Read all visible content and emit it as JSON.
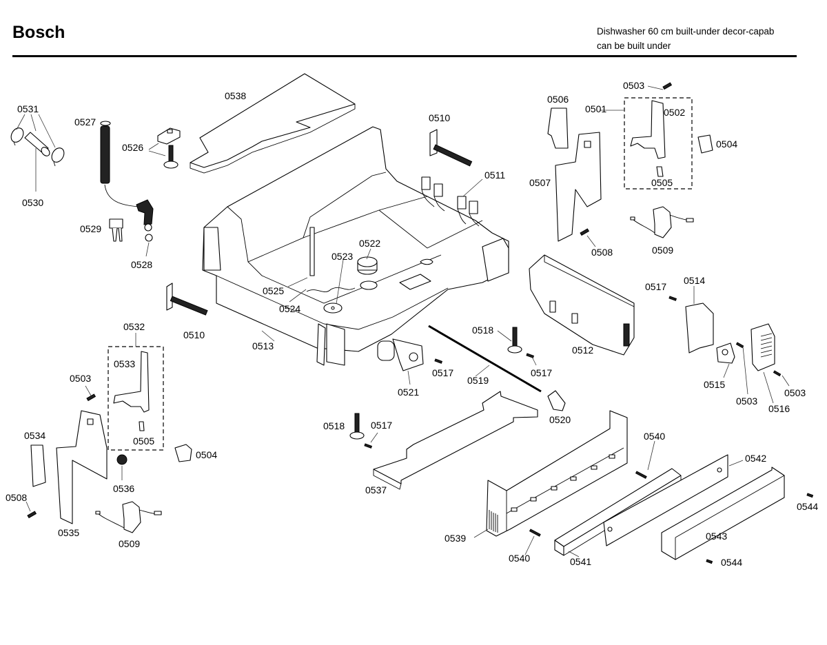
{
  "header": {
    "brand": "Bosch",
    "description_line1": "Dishwasher 60 cm built-under decor-capab",
    "description_line2": "can be built under"
  },
  "callouts": [
    {
      "id": "c0531",
      "label": "0531"
    },
    {
      "id": "c0530",
      "label": "0530"
    },
    {
      "id": "c0527",
      "label": "0527"
    },
    {
      "id": "c0526",
      "label": "0526"
    },
    {
      "id": "c0538",
      "label": "0538"
    },
    {
      "id": "c0529",
      "label": "0529"
    },
    {
      "id": "c0528",
      "label": "0528"
    },
    {
      "id": "c0510a",
      "label": "0510"
    },
    {
      "id": "c0511",
      "label": "0511"
    },
    {
      "id": "c0522",
      "label": "0522"
    },
    {
      "id": "c0523",
      "label": "0523"
    },
    {
      "id": "c0525",
      "label": "0525"
    },
    {
      "id": "c0524",
      "label": "0524"
    },
    {
      "id": "c0510b",
      "label": "0510"
    },
    {
      "id": "c0513",
      "label": "0513"
    },
    {
      "id": "c0506",
      "label": "0506"
    },
    {
      "id": "c0501",
      "label": "0501"
    },
    {
      "id": "c0503a",
      "label": "0503"
    },
    {
      "id": "c0502",
      "label": "0502"
    },
    {
      "id": "c0504a",
      "label": "0504"
    },
    {
      "id": "c0505a",
      "label": "0505"
    },
    {
      "id": "c0507",
      "label": "0507"
    },
    {
      "id": "c0508a",
      "label": "0508"
    },
    {
      "id": "c0509a",
      "label": "0509"
    },
    {
      "id": "c0517a",
      "label": "0517"
    },
    {
      "id": "c0514",
      "label": "0514"
    },
    {
      "id": "c0512",
      "label": "0512"
    },
    {
      "id": "c0518a",
      "label": "0518"
    },
    {
      "id": "c0517b",
      "label": "0517"
    },
    {
      "id": "c0517c",
      "label": "0517"
    },
    {
      "id": "c0519",
      "label": "0519"
    },
    {
      "id": "c0521",
      "label": "0521"
    },
    {
      "id": "c0515",
      "label": "0515"
    },
    {
      "id": "c0503b",
      "label": "0503"
    },
    {
      "id": "c0516",
      "label": "0516"
    },
    {
      "id": "c0503c",
      "label": "0503"
    },
    {
      "id": "c0520",
      "label": "0520"
    },
    {
      "id": "c0532",
      "label": "0532"
    },
    {
      "id": "c0533",
      "label": "0533"
    },
    {
      "id": "c0503d",
      "label": "0503"
    },
    {
      "id": "c0505b",
      "label": "0505"
    },
    {
      "id": "c0504b",
      "label": "0504"
    },
    {
      "id": "c0534",
      "label": "0534"
    },
    {
      "id": "c0536",
      "label": "0536"
    },
    {
      "id": "c0508b",
      "label": "0508"
    },
    {
      "id": "c0535",
      "label": "0535"
    },
    {
      "id": "c0509b",
      "label": "0509"
    },
    {
      "id": "c0518b",
      "label": "0518"
    },
    {
      "id": "c0517d",
      "label": "0517"
    },
    {
      "id": "c0537",
      "label": "0537"
    },
    {
      "id": "c0540a",
      "label": "0540"
    },
    {
      "id": "c0542",
      "label": "0542"
    },
    {
      "id": "c0544a",
      "label": "0544"
    },
    {
      "id": "c0539",
      "label": "0539"
    },
    {
      "id": "c0540b",
      "label": "0540"
    },
    {
      "id": "c0541",
      "label": "0541"
    },
    {
      "id": "c0543",
      "label": "0543"
    },
    {
      "id": "c0544b",
      "label": "0544"
    }
  ]
}
